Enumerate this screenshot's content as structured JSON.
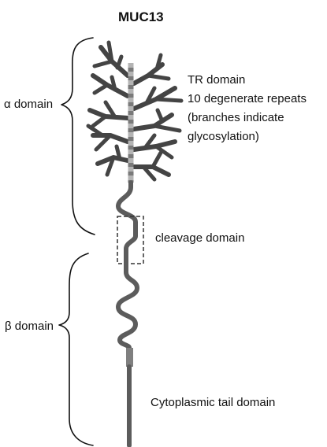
{
  "diagram": {
    "title": "MUC13",
    "domains": {
      "alpha": "α domain",
      "beta": "β domain"
    },
    "annotations": {
      "tr_line1": "TR domain",
      "tr_line2": "10 degenerate repeats",
      "tr_line3": "(branches indicate",
      "tr_line4": "glycosylation)",
      "cleavage": "cleavage domain",
      "cytoplasmic": "Cytoplasmic tail domain"
    },
    "colors": {
      "stalk_dark": "#5c5c5c",
      "stalk_light": "#a9a9a9",
      "branch": "#444444",
      "tm_block": "#7f7f7f",
      "text": "#111111"
    }
  }
}
